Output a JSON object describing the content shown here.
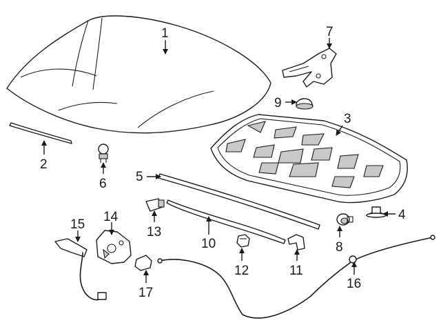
{
  "diagram": {
    "parts": [
      {
        "id": "hood",
        "number": "1"
      },
      {
        "id": "hood-front-molding",
        "number": "2"
      },
      {
        "id": "hood-insulator",
        "number": "3"
      },
      {
        "id": "insulator-retainer",
        "number": "4"
      },
      {
        "id": "hood-rear-seal",
        "number": "5"
      },
      {
        "id": "hood-bumper",
        "number": "6"
      },
      {
        "id": "hood-hinge",
        "number": "7"
      },
      {
        "id": "hood-bumper-right",
        "number": "8"
      },
      {
        "id": "hinge-cap",
        "number": "9"
      },
      {
        "id": "hood-side-seal",
        "number": "10"
      },
      {
        "id": "cable-clip",
        "number": "11"
      },
      {
        "id": "clip-nut",
        "number": "12"
      },
      {
        "id": "seal-clip",
        "number": "13"
      },
      {
        "id": "hood-latch",
        "number": "14"
      },
      {
        "id": "latch-harness",
        "number": "15"
      },
      {
        "id": "release-cable",
        "number": "16"
      },
      {
        "id": "cable-clip-lower",
        "number": "17"
      }
    ]
  }
}
